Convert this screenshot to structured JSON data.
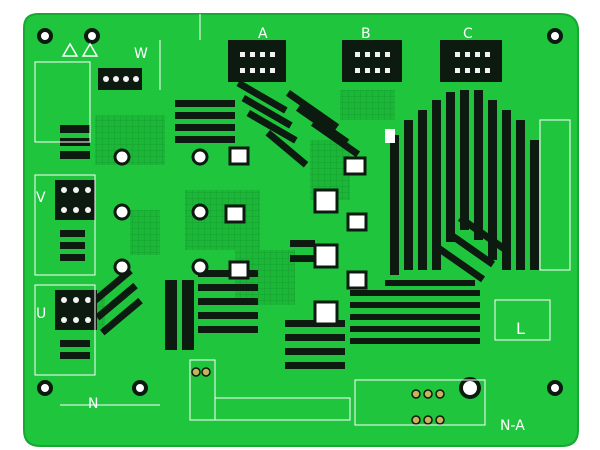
{
  "colors": {
    "board_green": "#1fc63d",
    "board_edge": "#16a832",
    "trace_green": "#12a92d",
    "pad_black": "#0c1a10",
    "silk_white": "#ffffff",
    "copper_gold": "#c9b35a"
  },
  "labels": {
    "phase_a": "A",
    "phase_b": "B",
    "phase_c": "C",
    "phase_w": "W",
    "phase_v": "V",
    "phase_u": "U",
    "terminal_n": "N",
    "terminal_na": "N-A",
    "terminal_l": "L"
  }
}
